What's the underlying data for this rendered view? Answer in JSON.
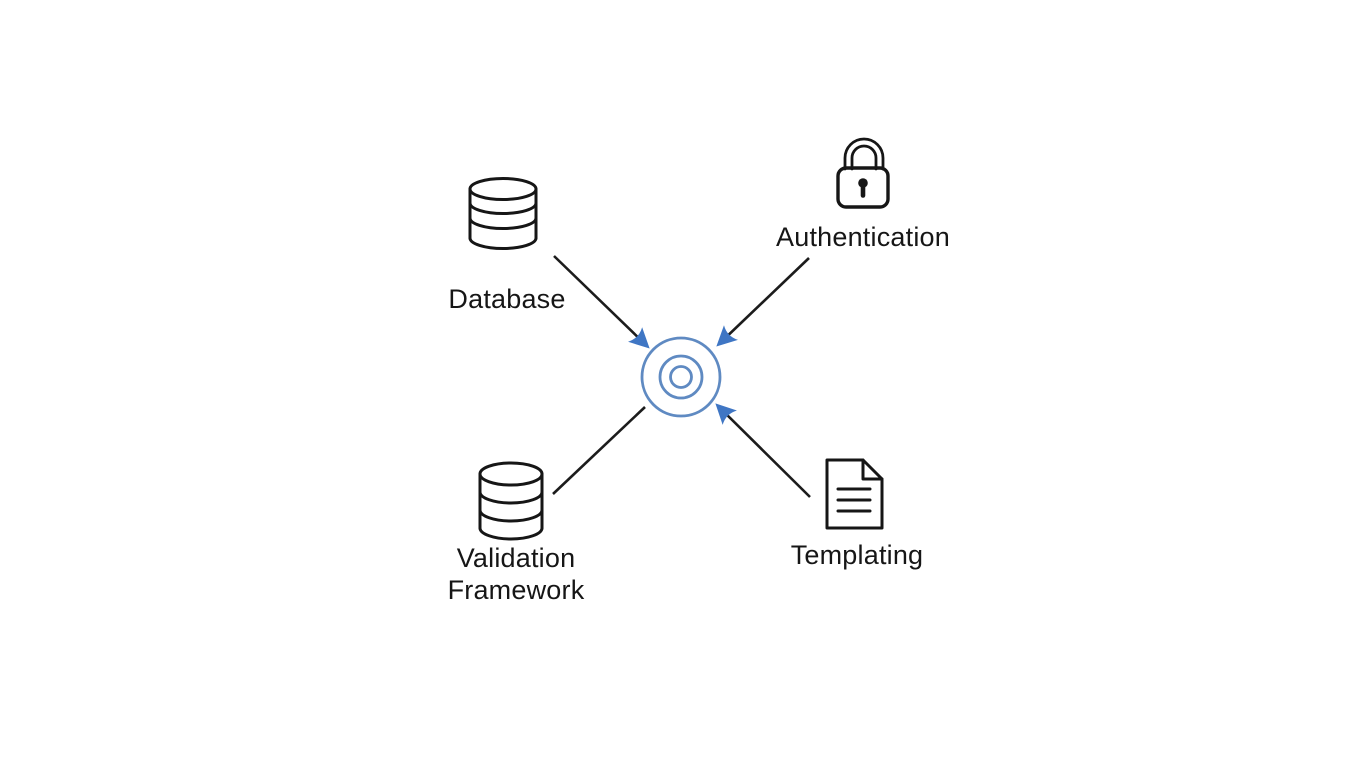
{
  "diagram": {
    "hub": {
      "icon": "target-icon",
      "rings": 3
    },
    "nodes": [
      {
        "id": "database",
        "label": "Database",
        "icon": "database-icon"
      },
      {
        "id": "authentication",
        "label": "Authentication",
        "icon": "lock-icon"
      },
      {
        "id": "validation-framework",
        "label": "Validation Framework",
        "icon": "database-icon"
      },
      {
        "id": "templating",
        "label": "Templating",
        "icon": "document-icon"
      }
    ],
    "edges": [
      {
        "from": "database",
        "to": "hub",
        "arrowhead": true
      },
      {
        "from": "authentication",
        "to": "hub",
        "arrowhead": true
      },
      {
        "from": "validation-framework",
        "to": "hub",
        "arrowhead": false
      },
      {
        "from": "templating",
        "to": "hub",
        "arrowhead": true
      }
    ],
    "colors": {
      "background": "#ffffff",
      "line": "#1c1c1c",
      "arrowhead": "#3f76c4",
      "hub_stroke": "#5f8ac2",
      "icon_stroke": "#161616",
      "text": "#161616"
    }
  }
}
